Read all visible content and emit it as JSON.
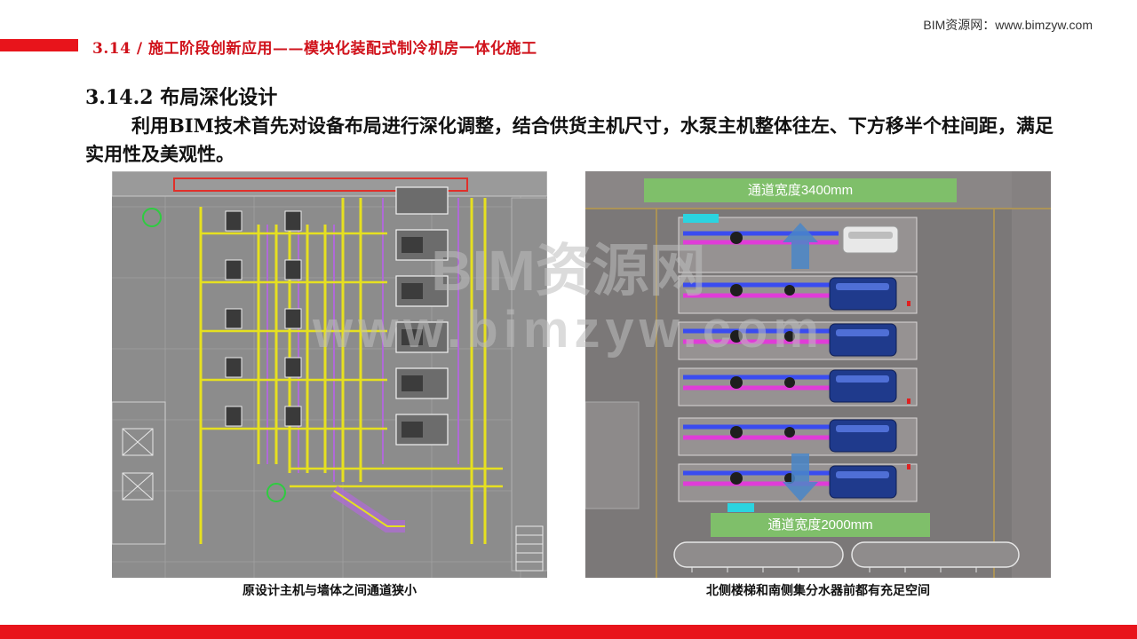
{
  "site_link": "BIM资源网：www.bimzyw.com",
  "header": {
    "title": "3.14 / 施工阶段创新应用——模块化装配式制冷机房一体化施工"
  },
  "section": {
    "title": "3.14.2 布局深化设计",
    "body": "利用BIM技术首先对设备布局进行深化调整，结合供货主机尺寸，水泵主机整体往左、下方移半个柱间距，满足实用性及美观性。"
  },
  "figures": {
    "left": {
      "caption": "原设计主机与墙体之间通道狭小"
    },
    "right": {
      "caption": "北侧楼梯和南侧集分水器前都有充足空间",
      "label_top": "通道宽度3400mm",
      "label_bottom": "通道宽度2000mm"
    }
  },
  "watermark": {
    "line1": "BIM资源网",
    "line2": "www.bimzyw.com"
  },
  "colors": {
    "accent_red": "#e8141b",
    "label_green": "#7fbf6a",
    "arrow_blue": "#4a86c8"
  }
}
